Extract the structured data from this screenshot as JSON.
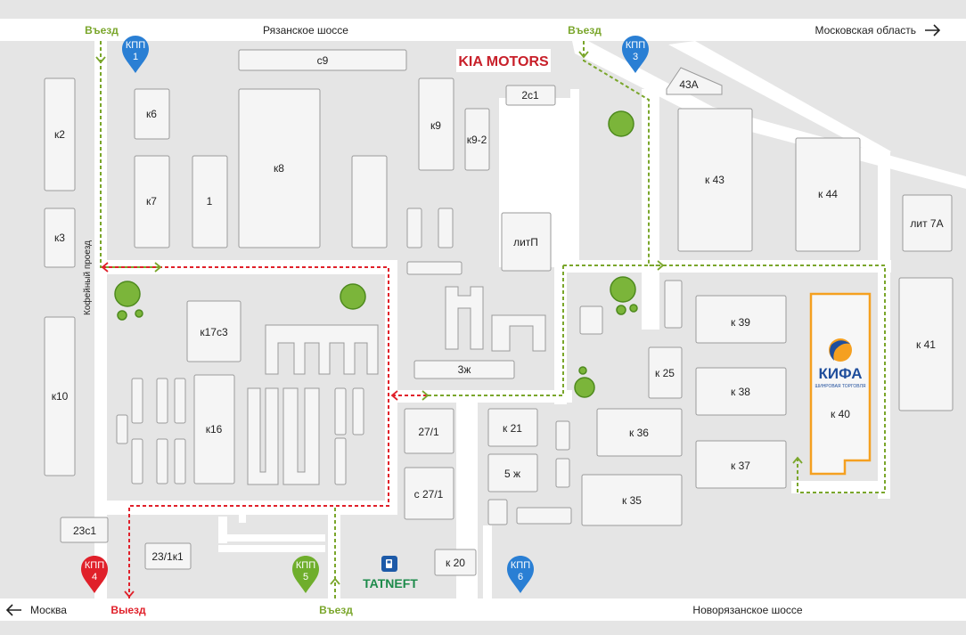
{
  "roads": {
    "top": "Рязанское шоссе",
    "top_right": "Московская область",
    "bottom": "Новорязанское шоссе",
    "bottom_left": "Москва",
    "side": "Кофейный проезд"
  },
  "gates": {
    "entry": "Въезд",
    "exit": "Выезд"
  },
  "checkpoints": {
    "label": "КПП",
    "items": [
      {
        "num": "1",
        "color": "#2a7fd4"
      },
      {
        "num": "3",
        "color": "#2a7fd4"
      },
      {
        "num": "4",
        "color": "#e0202a"
      },
      {
        "num": "5",
        "color": "#6fae2c"
      },
      {
        "num": "6",
        "color": "#2a7fd4"
      }
    ]
  },
  "buildings": {
    "c9": "с9",
    "k2": "к2",
    "k3": "к3",
    "k10": "к10",
    "k6": "к6",
    "k7": "к7",
    "b1": "1",
    "k8": "к8",
    "k9": "к9",
    "k9_2": "к9-2",
    "b2c1": "2с1",
    "litP": "литП",
    "b43A": "43А",
    "k43": "к 43",
    "k44": "к 44",
    "lit7A": "лит 7А",
    "k41": "к 41",
    "k17c3": "к17с3",
    "k16": "к16",
    "b3zh": "3ж",
    "k39": "к 39",
    "k25": "к 25",
    "k38": "к 38",
    "k40": "к 40",
    "k36": "к 36",
    "k21": "к 21",
    "b27_1": "27/1",
    "b5zh": "5 ж",
    "c27_1": "с 27/1",
    "k35": "к 35",
    "k37": "к 37",
    "b23c1": "23с1",
    "b23_1k1": "23/1к1",
    "k20": "к 20"
  },
  "logos": {
    "kia": "KIA MOTORS",
    "tatneft": "TATNEFT",
    "kifa_name": "КИФА",
    "kifa_sub": "ШИНРОВАЯ ТОРГОВЛЯ"
  },
  "colors": {
    "entry_route": "#7aa62b",
    "exit_route": "#e0202a",
    "kifa_accent": "#f5a020",
    "kia_red": "#c8202a"
  }
}
